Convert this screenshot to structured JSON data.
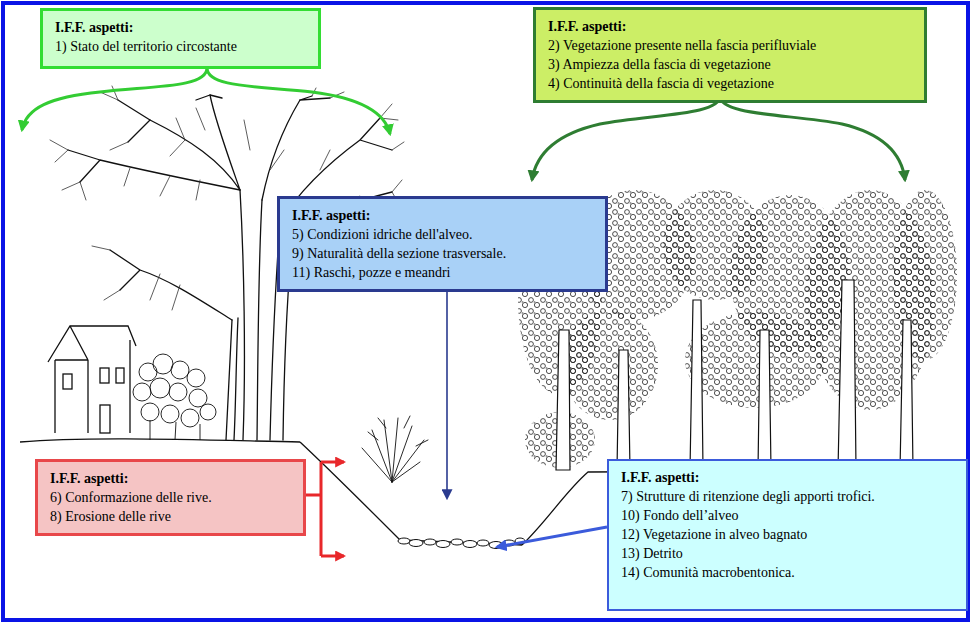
{
  "diagram": {
    "nodes": [
      {
        "text": [
          "I.F.F. aspetti:",
          "1) Stato del territorio circostante"
        ]
      },
      {
        "text": [
          "I.F.F. aspetti:",
          "2) Vegetazione presente nella fascia perifluviale",
          "3) Ampiezza della fascia di vegetazione",
          "4) Continuità della fascia di vegetazione"
        ]
      },
      {
        "text": [
          "I.F.F. aspetti:",
          "5) Condizioni idriche dell'alveo.",
          "9) Naturalità della sezione trasversale.",
          "11) Raschi, pozze e meandri"
        ]
      },
      {
        "text": [
          "I.F.F. aspetti:",
          "6) Conformazione delle rive.",
          "8) Erosione delle rive"
        ]
      },
      {
        "text": [
          "I.F.F. aspetti:",
          "7) Strutture di ritenzione degli apporti trofici.",
          "10) Fondo dell’alveo",
          "12) Vegetazione in alveo bagnato",
          "13) Detrito",
          "14) Comunità macrobentonica."
        ]
      }
    ]
  }
}
